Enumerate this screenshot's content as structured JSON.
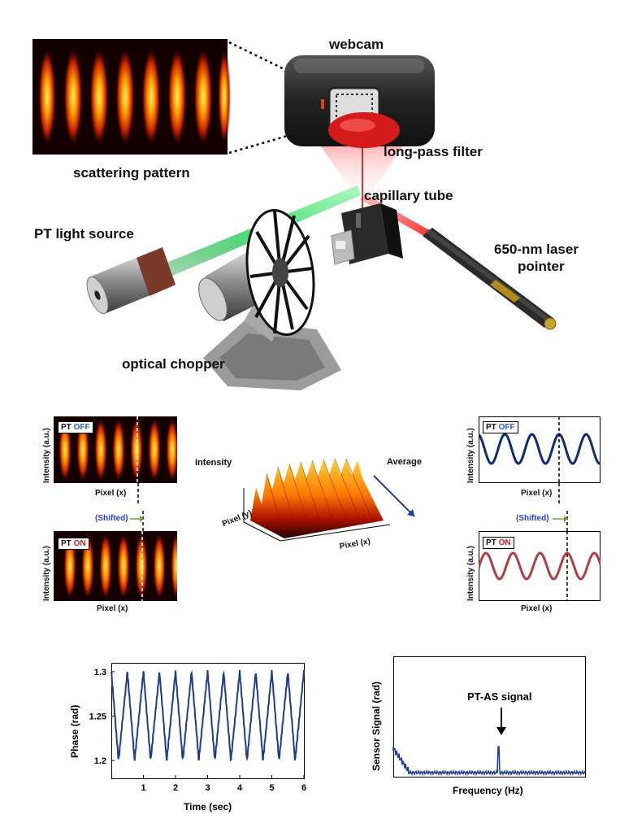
{
  "setup": {
    "webcam": "webcam",
    "scattering_pattern": "scattering pattern",
    "long_pass_filter": "long-pass filter",
    "capillary_tube": "capillary tube",
    "pt_light_source": "PT light source",
    "laser_pointer_line1": "650-nm laser",
    "laser_pointer_line2": "pointer",
    "optical_chopper": "optical chopper"
  },
  "image_panels": {
    "pt_prefix": "PT",
    "off": "OFF",
    "on": "ON",
    "intensity_label": "Intensity (a.u.)",
    "pixel_x": "Pixel (x)",
    "shifted": "(Shifted)"
  },
  "surface_plot": {
    "z_label": "Intensity",
    "average": "Average",
    "y_label": "Pixel (y)",
    "x_label": "Pixel (x)"
  },
  "chart_data": [
    {
      "type": "line",
      "title": "",
      "xlabel": "Time (sec)",
      "ylabel": "Phase (rad)",
      "xlim": [
        0,
        6
      ],
      "ylim": [
        1.18,
        1.31
      ],
      "xticks": [
        "1",
        "2",
        "3",
        "4",
        "5",
        "6"
      ],
      "yticks": [
        "1.2",
        "1.25",
        "1.3"
      ],
      "series": [
        {
          "period_sec": 0.5,
          "max": 1.3,
          "min": 1.2,
          "color": "#1f3a93"
        }
      ]
    },
    {
      "type": "line",
      "title": "",
      "xlabel": "Frequency (Hz)",
      "ylabel": "Sensor Signal (rad)",
      "annotation": "PT-AS signal",
      "series": [
        {
          "color": "#1f3a93",
          "peak_relative_position": 0.55
        }
      ]
    }
  ]
}
